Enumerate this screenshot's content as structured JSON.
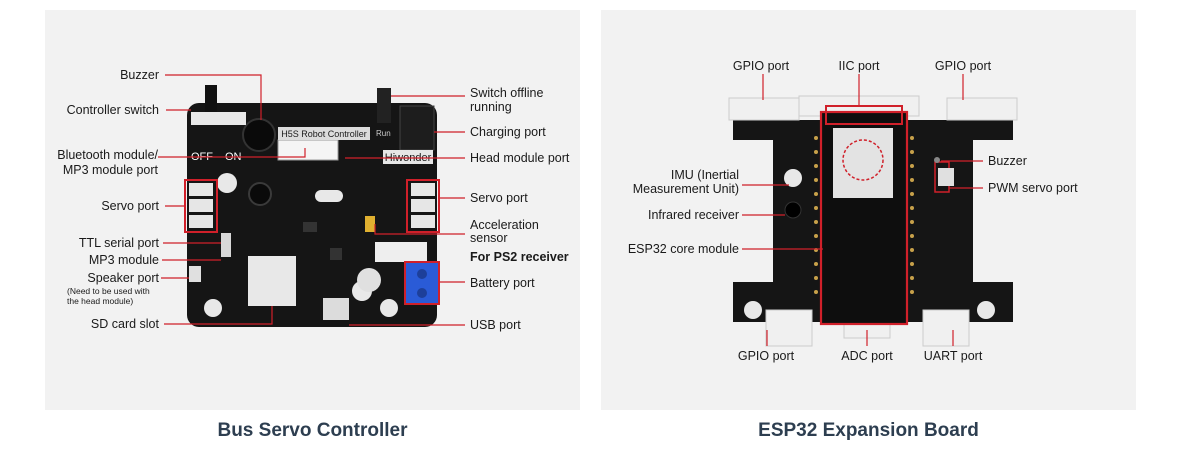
{
  "left_panel": {
    "caption": "Bus Servo Controller",
    "board_name": "H5S Robot Controller",
    "brand": "Hiwonder",
    "switch_off": "OFF",
    "switch_on": "ON",
    "run_label": "Run",
    "labels": {
      "buzzer": "Buzzer",
      "controller_switch": "Controller switch",
      "bt_mp3_1": "Bluetooth module/",
      "bt_mp3_2": "MP3 module port",
      "servo_port_left": "Servo port",
      "ttl_serial": "TTL serial port",
      "mp3_module": "MP3 module",
      "speaker_port": "Speaker port",
      "speaker_note_1": "(Need to be used with",
      "speaker_note_2": "the head module)",
      "sd_card": "SD card slot",
      "switch_offline_1": "Switch offline",
      "switch_offline_2": "running",
      "charging_port": "Charging port",
      "head_module": "Head module port",
      "servo_port_right": "Servo port",
      "accel_1": "Acceleration",
      "accel_2": "sensor",
      "ps2": "For PS2 receiver",
      "battery_port": "Battery port",
      "usb_port": "USB port"
    }
  },
  "right_panel": {
    "caption": "ESP32 Expansion Board",
    "labels": {
      "gpio_top_left": "GPIO port",
      "iic": "IIC port",
      "gpio_top_right": "GPIO port",
      "imu_1": "IMU (Inertial",
      "imu_2": "Measurement Unit)",
      "infrared": "Infrared receiver",
      "esp32_core": "ESP32 core module",
      "buzzer": "Buzzer",
      "pwm_servo": "PWM servo port",
      "gpio_bottom": "GPIO port",
      "adc": "ADC port",
      "uart": "UART port"
    }
  },
  "colors": {
    "panel_bg": "#f2f2f2",
    "board": "#151515",
    "highlight": "#d0202a",
    "caption": "#2d3e50",
    "terminal": "#2a5bd7"
  }
}
